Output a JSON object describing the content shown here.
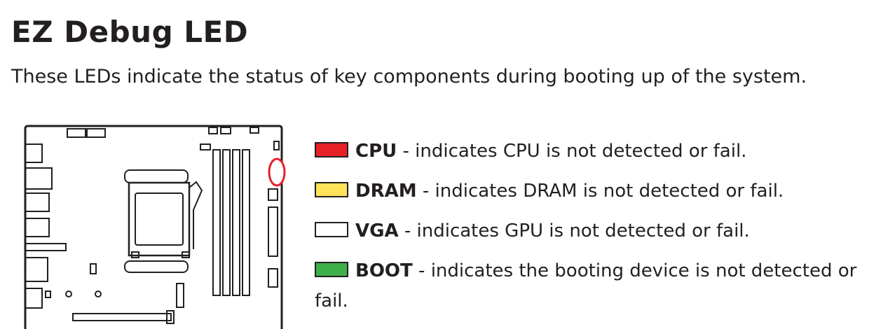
{
  "heading": {
    "title": "EZ Debug LED",
    "subtitle": "These LEDs indicate the status of key components during booting up of the system."
  },
  "leds": [
    {
      "name": "CPU",
      "separator": " - ",
      "description": "indicates CPU is not detected or fail.",
      "color": "#e62027"
    },
    {
      "name": "DRAM",
      "separator": " - ",
      "description": "indicates DRAM is not detected or fail.",
      "color": "#ffe35a"
    },
    {
      "name": "VGA",
      "separator": " - ",
      "description": "indicates GPU is not detected or fail.",
      "color": "#ffffff"
    },
    {
      "name": "BOOT",
      "separator": " - ",
      "description": "indicates the booting device is not detected or fail.",
      "color": "#3faf4a"
    }
  ],
  "diagram": {
    "highlight_color": "#e62027"
  }
}
